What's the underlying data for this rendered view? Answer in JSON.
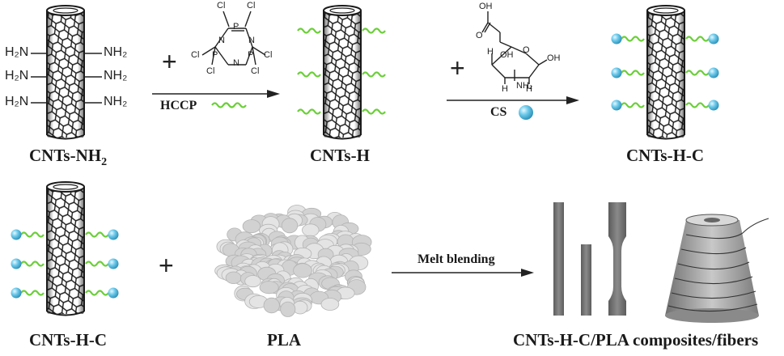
{
  "labels": {
    "cnts_nh2": "CNTs-NH",
    "cnts_nh2_sub": "2",
    "cnts_h": "CNTs-H",
    "cnts_h_c_top": "CNTs-H-C",
    "cnts_h_c_bottom": "CNTs-H-C",
    "pla": "PLA",
    "products": "CNTs-H-C/PLA composites/fibers"
  },
  "reagents": {
    "hccp": "HCCP",
    "cs": "CS",
    "melt": "Melt blending",
    "plus": "+"
  },
  "amine_groups": [
    "H₂N",
    "H₂N",
    "H₂N",
    "NH₂",
    "NH₂",
    "NH₂"
  ],
  "hccp_atoms": {
    "cl": "Cl",
    "p": "P",
    "n": "N"
  },
  "cs_atoms": {
    "oh": "OH",
    "nh2": "NH₂",
    "h": "H",
    "o": "O"
  },
  "colors": {
    "tube": "#1a1a1a",
    "chain": "#6ccf3a",
    "sphere": "#5fbfe0",
    "pellet": "#dcdcdc",
    "specimen": "#707070",
    "spool": "#9a9a9a"
  }
}
